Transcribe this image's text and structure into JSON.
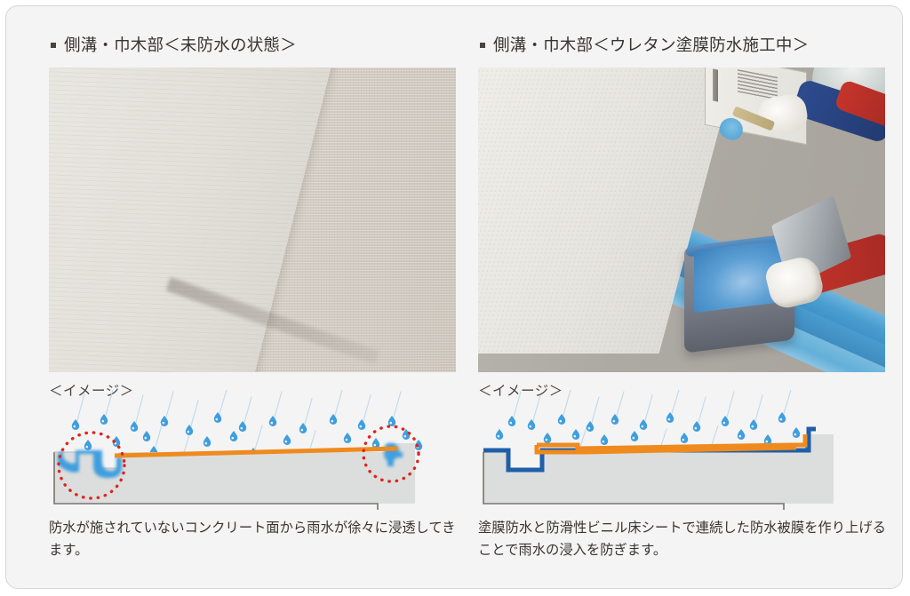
{
  "page": {
    "background_color": "#f4f4f4",
    "border_color": "#d8d6d4"
  },
  "panels": [
    {
      "id": "left",
      "title": "側溝・巾木部＜未防水の状態＞",
      "image_label": "＜イメージ＞",
      "caption": "防水が施されていないコンクリート面から雨水が徐々に浸透してきます。",
      "photo_alt": "未防水の側溝・巾木部の写真",
      "diagram": {
        "type": "cross-section",
        "concrete_color": "#dcdedd",
        "slab_outline_color": "#7a736c",
        "orange_membrane_color": "#ef8a1e",
        "water_color": "#3f9ede",
        "highlight_circle_color": "#e0241c",
        "highlight_circle_style": "dotted",
        "highlight_circles": 2,
        "rain_drop_color": "#3f9ede",
        "rain_streak_color": "#bcd9ee",
        "rain_drop_count": 26,
        "has_blue_waterproof_layer": false,
        "notes": "水が側溝内側と立ち上がり端部から浸透している"
      }
    },
    {
      "id": "right",
      "title": "側溝・巾木部＜ウレタン塗膜防水施工中＞",
      "image_label": "＜イメージ＞",
      "caption": "塗膜防水と防滑性ビニル床シートで連続した防水被膜を作り上げることで雨水の浸入を防ぎます。",
      "photo_alt": "ウレタン塗膜防水施工中の写真",
      "diagram": {
        "type": "cross-section",
        "concrete_color": "#dcdedd",
        "slab_outline_color": "#7a736c",
        "orange_membrane_color": "#ef8a1e",
        "blue_membrane_color": "#1f5fa8",
        "highlight_circles": 0,
        "rain_drop_color": "#3f9ede",
        "rain_streak_color": "#bcd9ee",
        "rain_drop_count": 25,
        "has_blue_waterproof_layer": true,
        "notes": "青のウレタン塗膜防水が側溝から巾木立ち上がりまで連続"
      }
    }
  ]
}
